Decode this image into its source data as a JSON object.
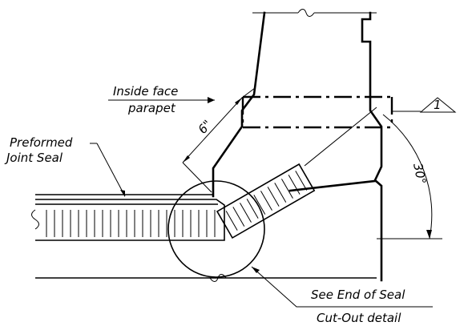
{
  "labels": {
    "inside_face_line1": "Inside face",
    "inside_face_line2": "parapet",
    "preformed_line1": "Preformed",
    "preformed_line2": "Joint Seal",
    "dimension": "6\"",
    "angle": "30°",
    "callout_number": "1",
    "detail_ref_line1": "See End of Seal",
    "detail_ref_line2": "Cut-Out detail"
  }
}
